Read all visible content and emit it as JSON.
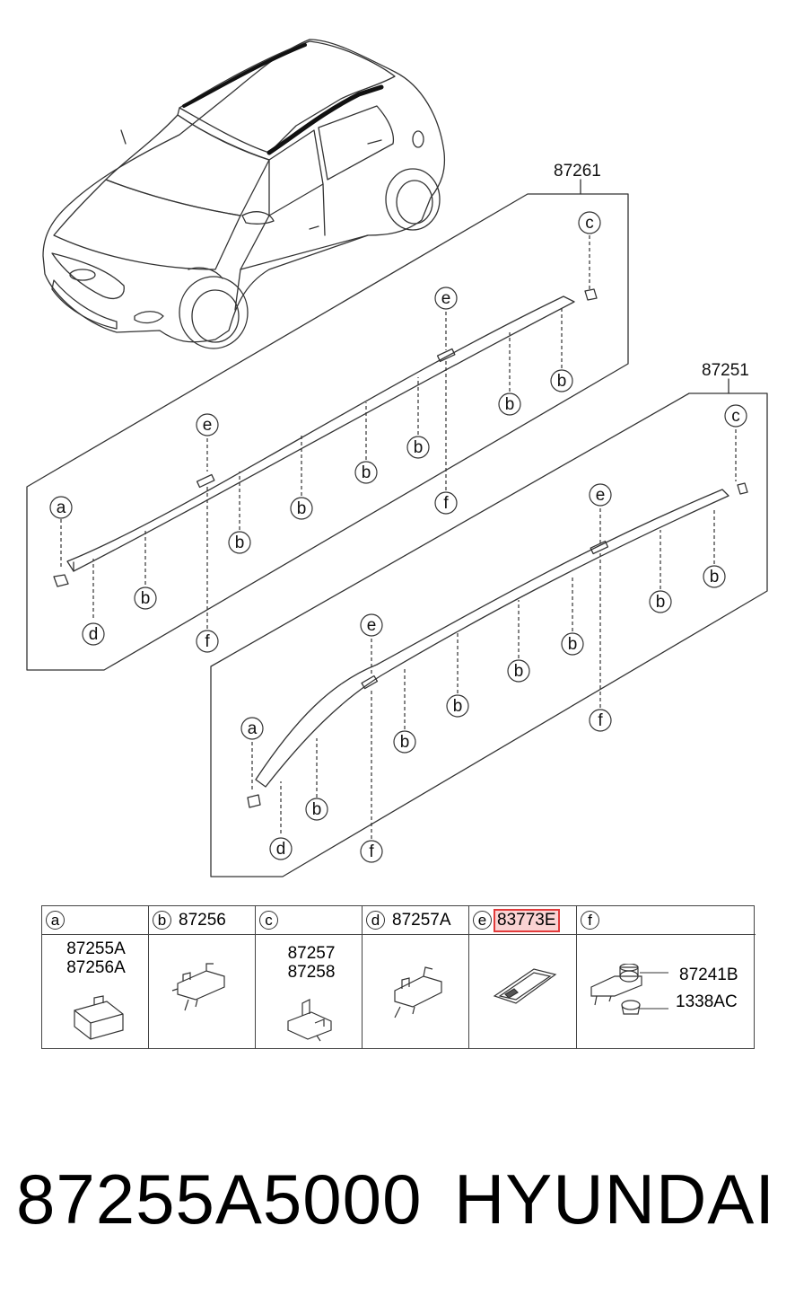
{
  "diagram": {
    "assembly_upper": "87261",
    "assembly_lower": "87251",
    "callouts": {
      "a": "a",
      "b": "b",
      "c": "c",
      "d": "d",
      "e": "e",
      "f": "f"
    }
  },
  "legend": {
    "cells": [
      {
        "key": "a",
        "code": "",
        "parts": [
          "87255A",
          "87256A"
        ]
      },
      {
        "key": "b",
        "code": "87256",
        "parts": []
      },
      {
        "key": "c",
        "code": "",
        "parts": [
          "87257",
          "87258"
        ]
      },
      {
        "key": "d",
        "code": "87257A",
        "parts": []
      },
      {
        "key": "e",
        "code": "83773E",
        "parts": []
      },
      {
        "key": "f",
        "code": "",
        "parts": [
          "87241B",
          "1338AC"
        ]
      }
    ]
  },
  "footer": {
    "part_number": "87255A5000",
    "brand": "HYUNDAI"
  },
  "colors": {
    "highlight": "#e23b3b",
    "line": "#333333"
  }
}
